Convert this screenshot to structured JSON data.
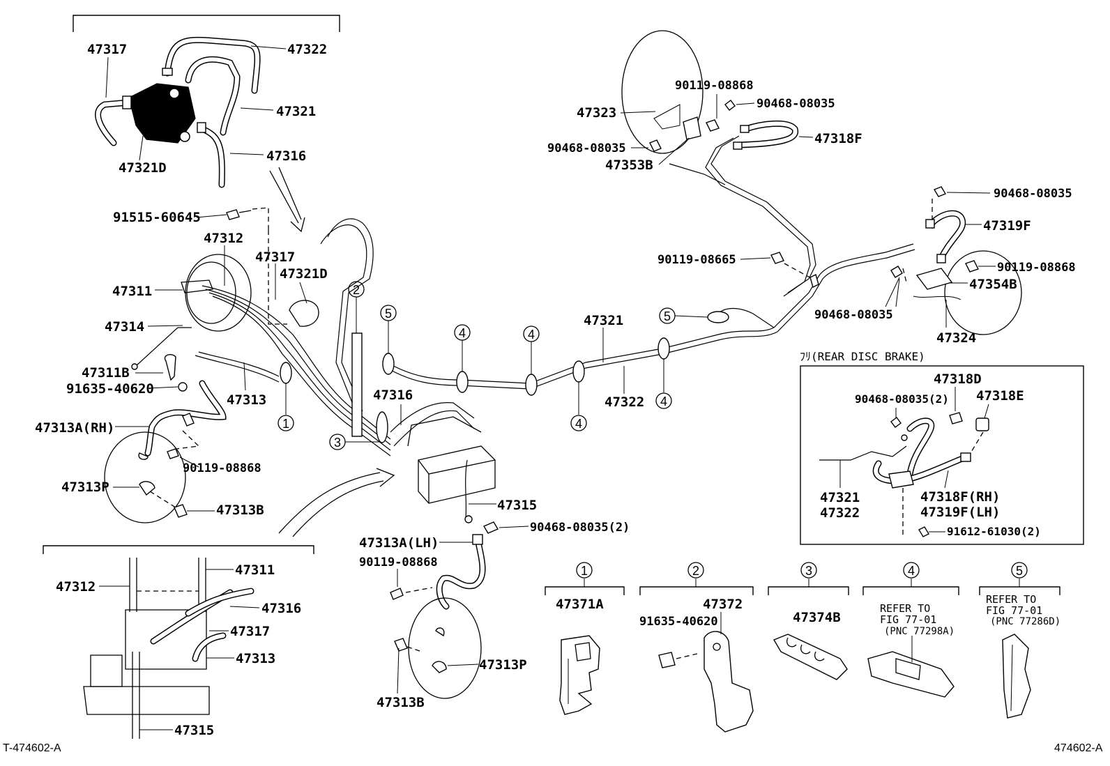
{
  "diagram": {
    "labels": {
      "p47317_top": "47317",
      "p47322_top": "47322",
      "p47321_top": "47321",
      "p47321D_top": "47321D",
      "p47316_top": "47316",
      "p91515": "91515-60645",
      "p47312": "47312",
      "p47317_mid": "47317",
      "p47321D_mid": "47321D",
      "p47311": "47311",
      "p47314": "47314",
      "p47311B": "47311B",
      "p91635_left": "91635-40620",
      "p47313": "47313",
      "p47313A_RH": "47313A(RH)",
      "p90119_left": "90119-08868",
      "p47313P_left": "47313P",
      "p47313B_left": "47313B",
      "p47316_mid": "47316",
      "p47315": "47315",
      "p90468_2_mid": "90468-08035(2)",
      "p47313A_LH": "47313A(LH)",
      "p90119_lower": "90119-08868",
      "p47313P_lower": "47313P",
      "p47313B_lower": "47313B",
      "p47321_main": "47321",
      "p47322_main": "47322",
      "p47323": "47323",
      "p90119_tr": "90119-08868",
      "p90468_tr1": "90468-08035",
      "p90468_tr2": "90468-08035",
      "p47318F": "47318F",
      "p47353B": "47353B",
      "p90468_r1": "90468-08035",
      "p47319F": "47319F",
      "p90119_08665": "90119-08665",
      "p90119_r2": "90119-08868",
      "p47354B": "47354B",
      "p90468_r3": "90468-08035",
      "p47324": "47324",
      "p47312_inset": "47312",
      "p47311_inset": "47311",
      "p47316_inset": "47316",
      "p47317_inset": "47317",
      "p47313_inset": "47313",
      "p47315_inset": "47315"
    },
    "rear_disc_box": {
      "title": "ﾌﾘ(REAR DISC BRAKE)",
      "p47318D": "47318D",
      "p90468_box": "90468-08035(2)",
      "p47318E": "47318E",
      "p47321": "47321",
      "p47322": "47322",
      "p47318F_RH": "47318F(RH)",
      "p47319F_LH": "47319F(LH)",
      "p91612": "91612-61030(2)"
    },
    "clamp_callouts": {
      "c1": "1",
      "c2": "2",
      "c3": "3",
      "c4": "4",
      "c5": "5"
    },
    "clamp_parts": {
      "k1_part": "47371A",
      "k2_part": "47372",
      "k2_bolt": "91635-40620",
      "k3_part": "47374B",
      "k4_ref1": "REFER TO",
      "k4_ref2": "FIG 77-01",
      "k4_ref3": "(PNC 77298A)",
      "k5_ref1": "REFER TO",
      "k5_ref2": "FIG 77-01",
      "k5_ref3": "(PNC 77286D)"
    },
    "footer": {
      "left": "T-474602-A",
      "right": "474602-A"
    }
  }
}
